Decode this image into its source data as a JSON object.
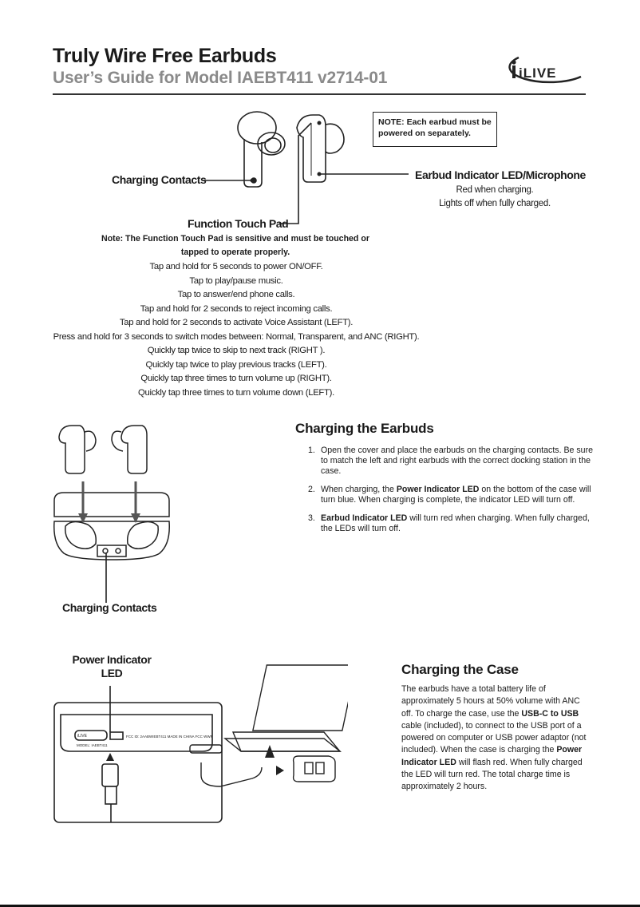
{
  "header": {
    "title": "Truly Wire Free Earbuds",
    "subtitle": "User’s Guide for Model IAEBT411 v2714-01",
    "logo_text": "iLIVE"
  },
  "top_section": {
    "note_box": "NOTE: Each earbud must be powered on separately.",
    "labels": {
      "charging_contacts": "Charging Contacts",
      "function_touch_pad": "Function Touch Pad",
      "indicator_led_title": "Earbud Indicator LED/Microphone",
      "indicator_led_line1": "Red when charging.",
      "indicator_led_line2": "Lights off when fully charged."
    },
    "touch_pad_note_line1": "Note: The Function Touch Pad is sensitive and must be touched or",
    "touch_pad_note_line2": "tapped to operate properly.",
    "instructions": [
      "Tap and hold for 5 seconds to power ON/OFF.",
      "Tap to play/pause music.",
      "Tap to answer/end phone calls.",
      "Tap and hold for 2 seconds to reject incoming calls.",
      "Tap and hold for 2 seconds to activate Voice Assistant (LEFT).",
      "Press and hold for 3 seconds to switch modes between: Normal, Transparent, and ANC (RIGHT).",
      "Quickly tap twice to skip to next track (RIGHT ).",
      "Quickly tap twice to play previous tracks (LEFT).",
      "Quickly tap three times to turn volume up (RIGHT).",
      "Quickly tap three times to turn volume down (LEFT)."
    ]
  },
  "charging_earbuds": {
    "heading": "Charging the Earbuds",
    "diagram_label": "Charging Contacts",
    "steps": [
      {
        "num": "1.",
        "pre": "Open the cover and place the earbuds on the charging contacts. Be sure to match the left and right earbuds with the correct docking station in the case.",
        "bold": "",
        "post": ""
      },
      {
        "num": "2.",
        "pre": "When charging, the ",
        "bold": "Power Indicator LED",
        "post": " on the bottom of the case will turn blue. When charging is complete, the indicator LED will turn off."
      },
      {
        "num": "3.",
        "pre": "",
        "bold": "Earbud Indicator LED",
        "post": " will turn red when charging. When fully charged, the LEDs will turn off."
      }
    ]
  },
  "charging_case": {
    "heading": "Charging the Case",
    "diagram_label_line1": "Power Indicator",
    "diagram_label_line2": "LED",
    "case_small_text": "FCC ID: 2AABWIEBT411 MADE IN CHINA  FCC WWP",
    "case_model_text": "MODEL: IAEBT411",
    "para": [
      {
        "t": "The earbuds have a total battery life of approximately 5 hours at 50% volume with ANC off. To charge the case, use the ",
        "b": false
      },
      {
        "t": "USB-C to USB",
        "b": true
      },
      {
        "t": " cable (included), to connect to the USB port of a powered on computer or USB power adaptor (not included). When the case is charging the ",
        "b": false
      },
      {
        "t": "Power Indicator LED",
        "b": true
      },
      {
        "t": " will flash red. When fully charged the LED will turn red. The total charge time is approximately 2 hours.",
        "b": false
      }
    ]
  },
  "icons": [
    "earbud-illustration",
    "charging-case-illustration",
    "laptop-illustration",
    "usb-cable-icon",
    "power-adapter-icon"
  ]
}
